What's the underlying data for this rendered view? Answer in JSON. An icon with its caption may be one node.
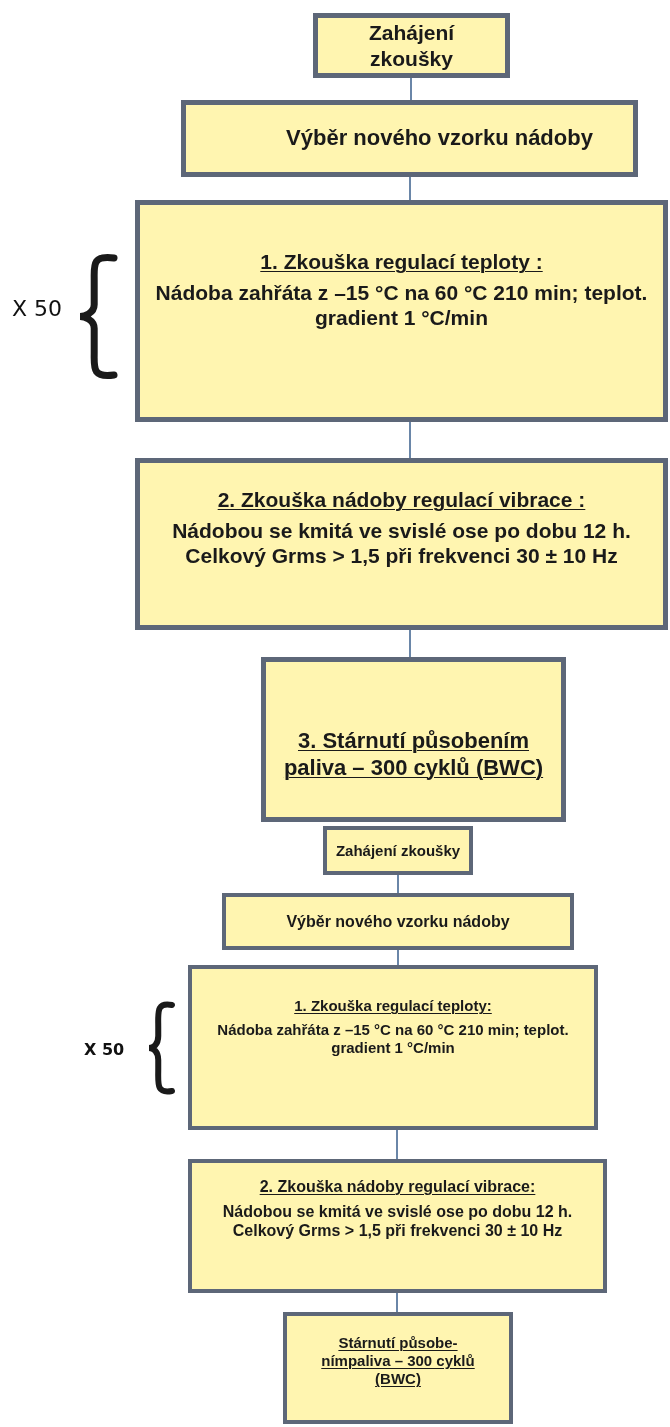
{
  "diagram": {
    "nodes": [
      {
        "text": [
          "Zahájení zkoušky"
        ]
      },
      {
        "text": [
          "Výběr nového vzorku nádoby"
        ]
      },
      {
        "text": [
          "1. Zkouška regulací teploty :",
          "Nádoba zahřáta z –15 °C na 60 °C 210 min; teplot. gradient 1 °C/min"
        ]
      },
      {
        "text": [
          "2. Zkouška nádoby regulací vibrace :",
          "Nádobou se kmitá ve svislé ose po dobu 12 h. Celkový Grms > 1,5 při frekvenci 30 ± 10 Hz"
        ]
      },
      {
        "text": [
          "3. Stárnutí působením paliva – 300 cyklů (BWC)"
        ]
      },
      {
        "text": [
          "Zahájení zkoušky"
        ]
      },
      {
        "text": [
          "Výběr nového vzorku nádoby"
        ]
      },
      {
        "text": [
          "1. Zkouška regulací teploty:",
          "Nádoba zahřáta z –15 °C na 60 °C 210 min; teplot. gradient 1 °C/min"
        ]
      },
      {
        "text": [
          "2. Zkouška nádoby regulací vibrace:",
          "Nádobou se kmitá ve svislé ose po dobu 12 h. Celkový Grms > 1,5 při frekvenci 30 ± 10 Hz"
        ]
      },
      {
        "text": [
          "Stárnutí působe- nímpaliva – 300 cyklů (BWC)"
        ]
      }
    ],
    "edges": [
      {
        "from": 0,
        "to": 1,
        "arrow": "none"
      },
      {
        "from": 1,
        "to": 2,
        "arrow": "none"
      },
      {
        "from": 2,
        "to": 3,
        "arrow": "none"
      },
      {
        "from": 3,
        "to": 4,
        "arrow": "none"
      },
      {
        "from": 5,
        "to": 6,
        "arrow": "none"
      },
      {
        "from": 6,
        "to": 7,
        "arrow": "none"
      },
      {
        "from": 7,
        "to": 8,
        "arrow": "none"
      },
      {
        "from": 8,
        "to": 9,
        "arrow": "none"
      }
    ],
    "labels": [
      "X 50",
      "X 50"
    ]
  }
}
